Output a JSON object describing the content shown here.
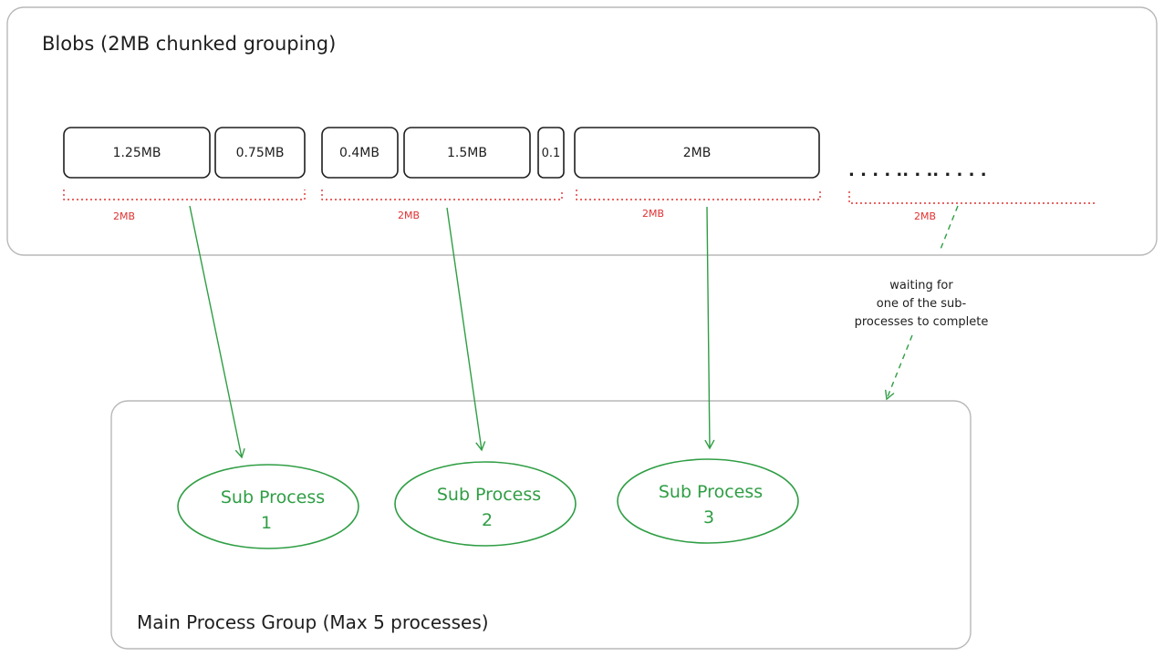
{
  "blobs_section": {
    "title": "Blobs (2MB chunked grouping)",
    "blobs": [
      {
        "label": "1.25MB"
      },
      {
        "label": "0.75MB"
      },
      {
        "label": "0.4MB"
      },
      {
        "label": "1.5MB"
      },
      {
        "label": "0.1"
      },
      {
        "label": "2MB"
      }
    ],
    "ellipsis": ". . . . .. . .. . . . .",
    "groups": [
      {
        "label": "2MB"
      },
      {
        "label": "2MB"
      },
      {
        "label": "2MB"
      },
      {
        "label": "2MB"
      }
    ]
  },
  "note": {
    "lines": [
      "waiting for",
      "one of the sub-",
      "processes to complete"
    ]
  },
  "main_group": {
    "title": "Main Process Group (Max 5 processes)",
    "sub_processes": [
      {
        "line1": "Sub Process",
        "line2": "1"
      },
      {
        "line1": "Sub Process",
        "line2": "2"
      },
      {
        "line1": "Sub Process",
        "line2": "3"
      }
    ]
  },
  "colors": {
    "stroke": "#1e1e1e",
    "frame": "#b8b8b8",
    "group_bracket": "#e03131",
    "process": "#2f9e44"
  }
}
